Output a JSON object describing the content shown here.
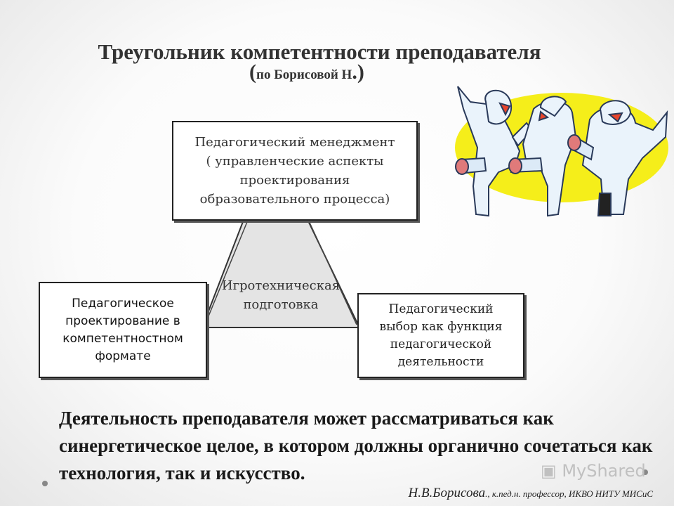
{
  "title": "Треугольник компетентности преподавателя",
  "subtitle": {
    "open_paren": "(",
    "text": "по Борисовой Н",
    "close_paren": ".)"
  },
  "diagram": {
    "top_box": "Педагогический менеджмент\n( управленческие аспекты\nпроектирования\nобразовательного процесса)",
    "left_box": "Педагогическое\nпроектирование в\nкомпетентностном\nформате",
    "right_box": "Педагогический\nвыбор  как функция\nпедагогической\nдеятельности",
    "center_label": "Игротехническая\nподготовка"
  },
  "main_text": "Деятельность преподавателя может рассматриваться как синергетическое целое, в котором должны органично сочетаться как технология, так и искусство.",
  "author": {
    "name": "Н.В.Борисова",
    "info": "., к.пед.н. профессор, ИКВО НИТУ МИСиС"
  },
  "watermark": "MyShared",
  "colors": {
    "triangle_fill": "#e4e4e4",
    "illustration_sun": "#f5ee1a",
    "bear_body": "#eaf3fb",
    "bear_shadow": "#b9d3ea",
    "bear_mouth": "#e8452c"
  },
  "illustration": "three-dancing-polar-bears"
}
